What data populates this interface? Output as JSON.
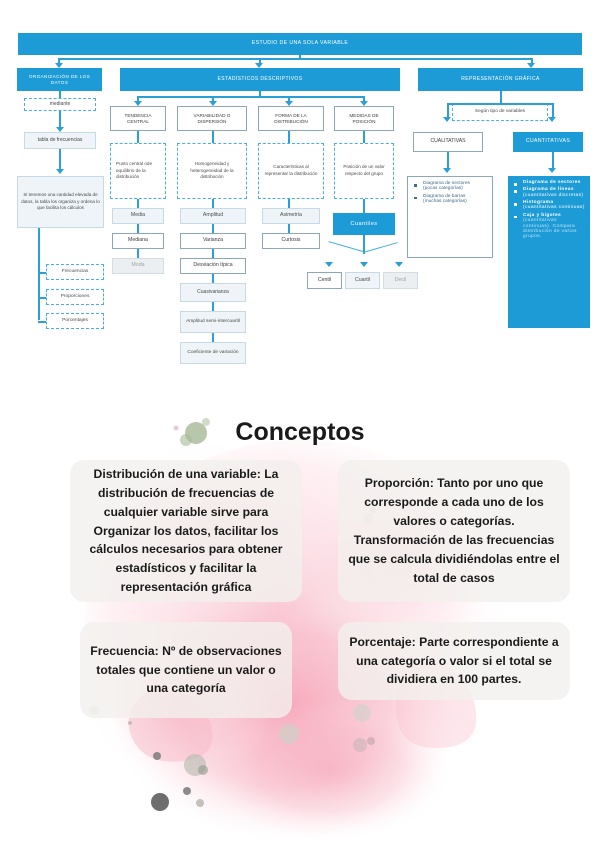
{
  "colors": {
    "brand_blue": "#1d9bd7",
    "line_blue": "#2a9fd8",
    "pale_blue": "#eef4f7",
    "watercolor_pink": "#f7b8c6",
    "title_black": "#1a1a1a"
  },
  "flowchart": {
    "root": "ESTUDIO DE UNA SOLA VARIABLE",
    "branches": {
      "organizacion": "ORGANIZACIÓN DE LOS DATOS",
      "estadisticos": "ESTADÍSTICOS DESCRIPTIVOS",
      "representacion": "REPRESENTACIÓN GRÁFICA"
    },
    "organizacion_col": {
      "connector_label": "mediante",
      "main_box": "tabla de frecuencias",
      "description": "Si tenemos una cantidad elevada de datos, la tabla los organiza y ordena lo que facilita los cálculos",
      "items": [
        "Frecuencias",
        "Proporciones",
        "Porcentajes"
      ]
    },
    "estadisticos_cols": [
      {
        "header": "TENDENCIA CENTRAL",
        "definition": "Punto central ode equilibrio de la distribución",
        "measures": [
          "Media",
          "Mediana",
          "Moda"
        ]
      },
      {
        "header": "VARIABILIDAD O DISPERSIÓN",
        "definition": "Homogeneidad y heterogeneidad de la distribución",
        "measures": [
          "Amplitud",
          "Varianza",
          "Desviación típica",
          "Cuasivarianza",
          "Amplitud semi-intercuartil",
          "Coeficiente de variación"
        ]
      },
      {
        "header": "FORMA DE LA DISTRIBUCIÓN",
        "definition": "Características al representar la distribución",
        "measures": [
          "Asimetría",
          "Curtosis"
        ]
      },
      {
        "header": "MEDIDAS DE POSICIÓN",
        "definition": "Posición de un valor respecto del grupo",
        "measures": [
          "Cuantiles"
        ],
        "sub_measures": [
          "Centil",
          "Cuartil",
          "Decil"
        ]
      }
    ],
    "representacion_col": {
      "connector_label": "Según tipo de variables",
      "qualitative": {
        "header": "CUALITATIVAS",
        "items": [
          {
            "main": "Diagrama de sectores",
            "note": "(pocas categorías)"
          },
          {
            "main": "Diagrama de barras",
            "note": "(muchas categorías)"
          }
        ]
      },
      "quantitative": {
        "header": "CUANTITATIVAS",
        "items": [
          {
            "main": "Diagrama de sectores",
            "note": ""
          },
          {
            "main": "Diagrama de líneas",
            "note": "(cuantitativas discretas)"
          },
          {
            "main": "Histograma",
            "note": "(cuantitativas continuas)"
          },
          {
            "main": "Caja y bigotes",
            "note": "(cuantitativas continuas). Compara distribución de varios grupos."
          }
        ]
      }
    }
  },
  "conceptos": {
    "title": "Conceptos",
    "cards": [
      {
        "text": "Distribución de una variable: La distribución de frecuencias de cualquier variable sirve para Organizar los datos, facilitar los cálculos necesarios para obtener estadísticos y facilitar la representación gráfica"
      },
      {
        "text": "Proporción: Tanto por uno que corresponde a cada uno de los valores o categorías. Transformación de las frecuencias que se calcula dividiéndolas entre el total de casos"
      },
      {
        "text": "Frecuencia: Nº de observaciones totales que contiene un valor o una categoría"
      },
      {
        "text": "Porcentaje: Parte correspondiente a una categoría o valor si el total se dividiera en 100 partes."
      }
    ]
  }
}
